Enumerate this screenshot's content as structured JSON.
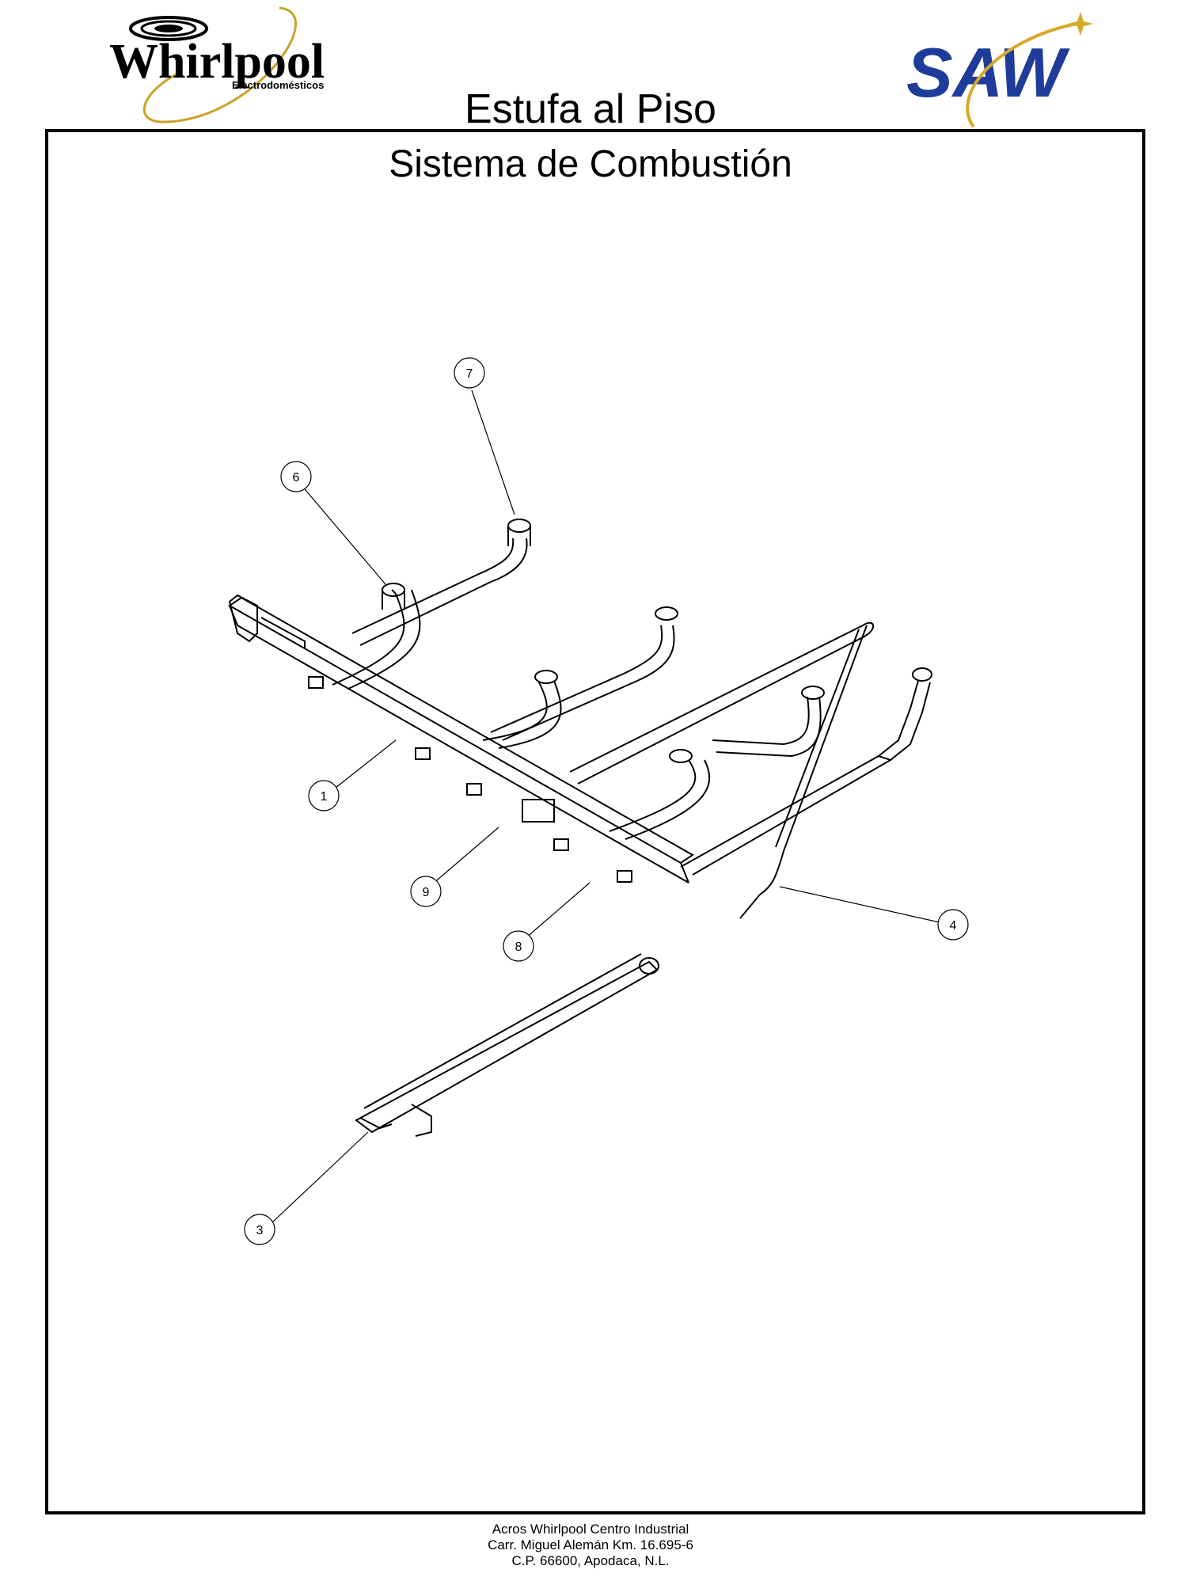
{
  "header": {
    "brand_left": "Whirlpool",
    "brand_left_sub": "Electrodomésticos",
    "brand_right": "SAW",
    "title": "Estufa al Piso"
  },
  "diagram": {
    "section_title": "Sistema de Combustión",
    "callouts": [
      {
        "id": "callout-7",
        "label": "7"
      },
      {
        "id": "callout-6",
        "label": "6"
      },
      {
        "id": "callout-1",
        "label": "1"
      },
      {
        "id": "callout-9",
        "label": "9"
      },
      {
        "id": "callout-8",
        "label": "8"
      },
      {
        "id": "callout-4",
        "label": "4"
      },
      {
        "id": "callout-3",
        "label": "3"
      }
    ]
  },
  "footer": {
    "line1": "Acros Whirlpool Centro Industrial",
    "line2": "Carr. Miguel Alemán Km. 16.695-6",
    "line3": "C.P. 66600, Apodaca, N.L."
  },
  "colors": {
    "whirlpool_gold": "#c9a227",
    "saw_blue": "#1f3c9a",
    "saw_gold": "#d6a92a",
    "line": "#000000"
  }
}
